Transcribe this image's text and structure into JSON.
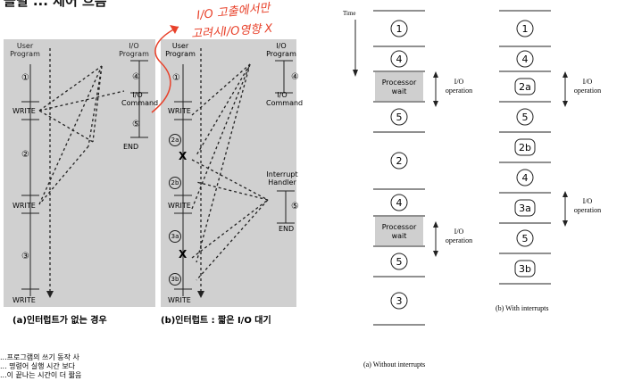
{
  "header": {
    "partial_title": "슬릴 ... 제어 흐름"
  },
  "handwritten_note": {
    "line1": "I/O 고출에서만",
    "line2": "고려시I/O영향 X"
  },
  "left_panel_a": {
    "user_program": "User Program",
    "io_program": "I/O Program",
    "labels": [
      "①",
      "②",
      "③",
      "④",
      "⑤"
    ],
    "write": "WRITE",
    "io_command": "I/O Command",
    "end": "END",
    "caption": "(a)인터럽트가 없는 경우"
  },
  "left_panel_b": {
    "user_program": "User Program",
    "io_program": "I/O Program",
    "interrupt_handler": "Interrupt Handler",
    "labels": [
      "①",
      "2a",
      "2b",
      "3a",
      "3b",
      "④",
      "⑤"
    ],
    "x_mark": "X",
    "write": "WRITE",
    "io_command": "I/O Command",
    "end": "END",
    "caption": "(b)인터럽트 : 짧은 I/O 대기"
  },
  "korean_note": {
    "line1": "...프로그램의 쓰기 동작 사",
    "line2": "... 명령어 실행 시간 보다",
    "line3": "...이 끝나는 시간이 더 짧음"
  },
  "timeline": {
    "time_label": "Time",
    "col_a": [
      "1",
      "4",
      "Processor wait",
      "5",
      "2",
      "4",
      "Processor wait",
      "5",
      "3"
    ],
    "col_b": [
      "1",
      "4",
      "2a",
      "5",
      "2b",
      "4",
      "3a",
      "5",
      "3b"
    ],
    "io_operation": "I/O operation",
    "caption_a": "(a) Without interrupts",
    "caption_b": "(b) With interrupts"
  }
}
